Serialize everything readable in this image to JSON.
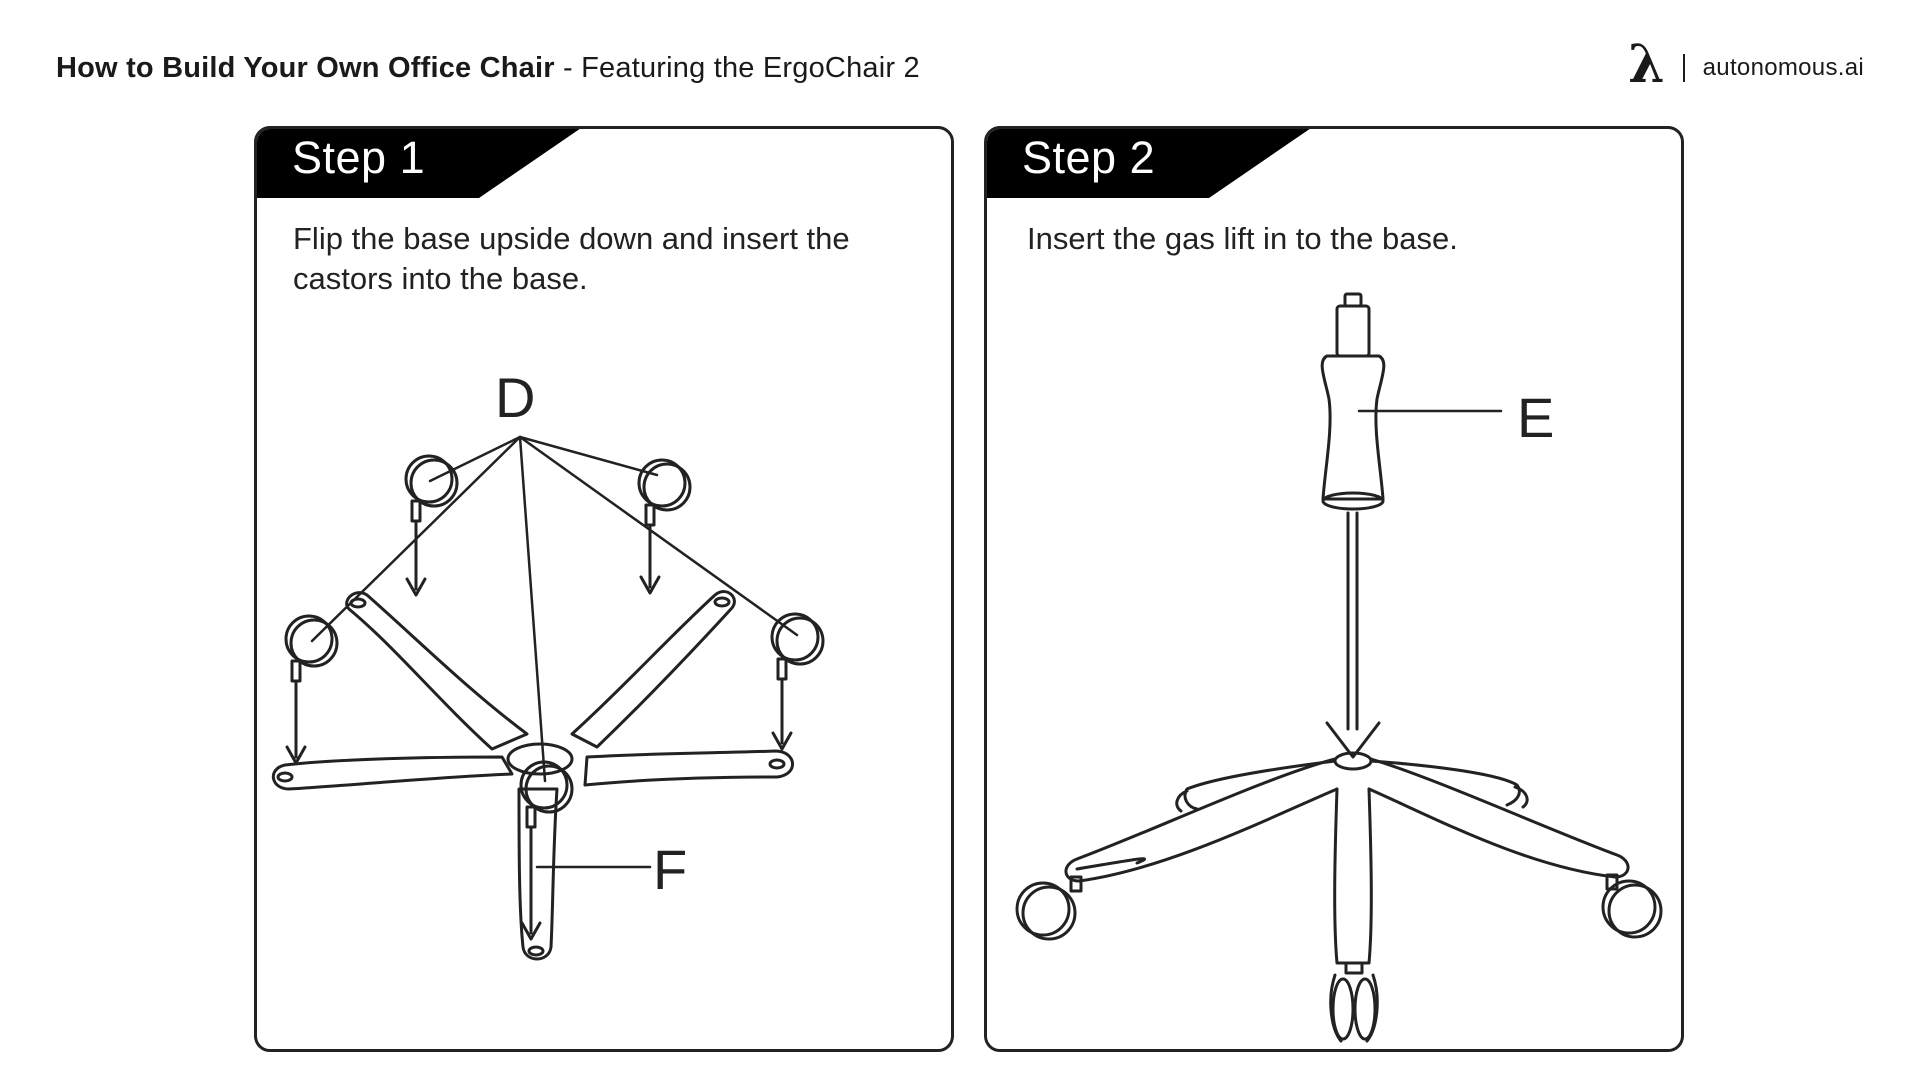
{
  "header": {
    "title_bold": "How to Build Your Own Office Chair",
    "title_rest": " - Featuring the ErgoChair 2",
    "brand_glyph": "λ",
    "brand_name": "autonomous.ai"
  },
  "steps": [
    {
      "label": "Step 1",
      "instruction": "Flip the base upside down and insert the castors into the base.",
      "callouts": [
        "D",
        "F"
      ]
    },
    {
      "label": "Step 2",
      "instruction": "Insert the gas lift in to the base.",
      "callouts": [
        "E"
      ]
    }
  ],
  "colors": {
    "ink": "#1a1a1a",
    "tab": "#000000",
    "background": "#ffffff"
  },
  "icons": [
    "lambda-logo-icon"
  ]
}
